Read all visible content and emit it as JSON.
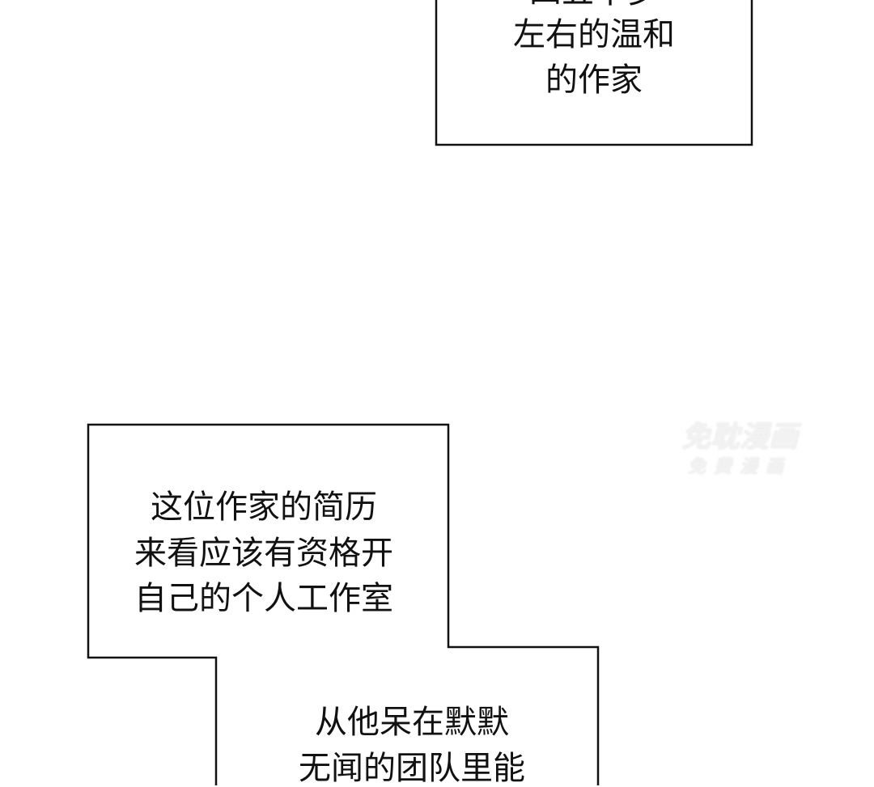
{
  "panel_top": {
    "lines": [
      "四五十岁",
      "左右的温和",
      "的作家"
    ]
  },
  "panel_bottom": {
    "box_a": [
      "这位作家的简历",
      "来看应该有资格开",
      "自己的个人工作室"
    ],
    "box_b": [
      "从他呆在默默",
      "无闻的团队里能"
    ]
  },
  "watermark": {
    "main": "免耽漫画",
    "sub": "免费漫画"
  },
  "colors": {
    "ink": "#111111",
    "background": "#ffffff"
  }
}
